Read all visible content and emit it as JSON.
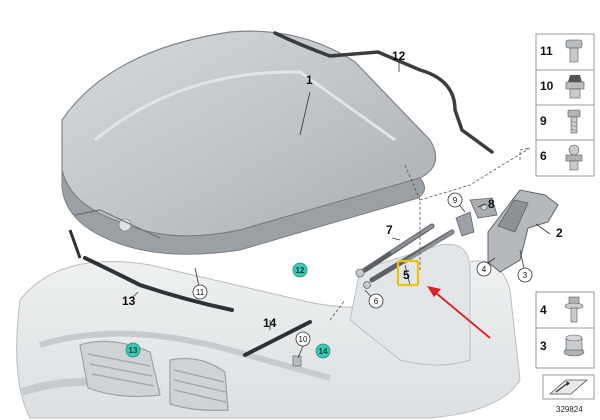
{
  "callouts": {
    "c1": "1",
    "c2": "2",
    "c3": "3",
    "c4": "4",
    "c5": "5",
    "c6": "6",
    "c7": "7",
    "c8": "8",
    "c9": "9",
    "c10": "10",
    "c11": "11",
    "c12": "12",
    "c13": "13",
    "c14": "14",
    "t12": "12",
    "t13": "13",
    "t14": "14"
  },
  "legend_top": [
    "11",
    "10",
    "9",
    "6"
  ],
  "legend_bottom": [
    "4",
    "3"
  ],
  "document_number": "329824",
  "colors": {
    "highlight": "#f2c200",
    "arrow": "#e02020",
    "teal": "#3cc8b4",
    "part_gray": "#c4c8cb",
    "legend_border": "#9a9a9a"
  },
  "icons": [
    "hood-panel",
    "hood-seal",
    "gas-strut",
    "hinge",
    "clip",
    "grommet",
    "screw",
    "nut",
    "bumper-buffer",
    "kidney-grille",
    "fender",
    "cable-tie",
    "fastening-label"
  ]
}
